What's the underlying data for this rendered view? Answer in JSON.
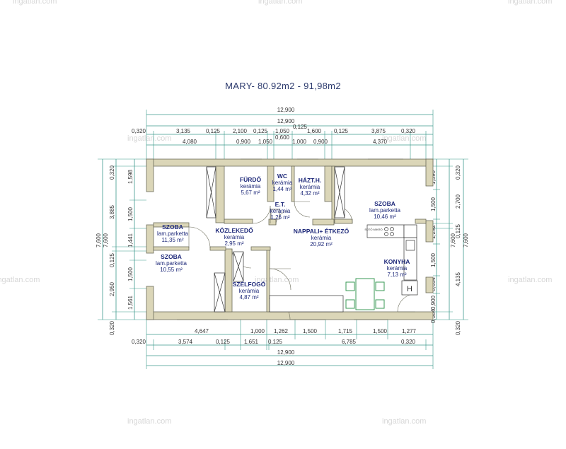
{
  "title": "MARY- 80.92m2 - 91,98m2",
  "watermark": "ingatlan.com",
  "colors": {
    "wall": "#dbd6b8",
    "wall_stroke": "#6b6b5a",
    "dim_line": "#3c9a8c",
    "text": "#1f2a7a",
    "furniture": "#3a9a55"
  },
  "rooms": [
    {
      "name": "FÜRDŐ",
      "floor": "kerámia",
      "area": "5,67 m²"
    },
    {
      "name": "WC",
      "floor": "kerámia",
      "area": "1,44 m²"
    },
    {
      "name": "HÁZT.H.",
      "floor": "kerámia",
      "area": "4,32 m²"
    },
    {
      "name": "SZOBA",
      "floor": "lam.parketta",
      "area": "10,46 m²"
    },
    {
      "name": "E.T.",
      "floor": "kerámia",
      "area": "1,26 m²"
    },
    {
      "name": "SZOBA",
      "floor": "lam.parketta",
      "area": "11,35 m²"
    },
    {
      "name": "KÖZLEKEDŐ",
      "floor": "kerámia",
      "area": "2,95 m²"
    },
    {
      "name": "NAPPALI+ ÉTKEZŐ",
      "floor": "kerámia",
      "area": "20,92 m²"
    },
    {
      "name": "SZOBA",
      "floor": "lam.parketta",
      "area": "10,55 m²"
    },
    {
      "name": "SZÉLFOGÓ",
      "floor": "kerámia",
      "area": "4,87 m²"
    },
    {
      "name": "KONYHA",
      "floor": "kerámia",
      "area": "7,13 m²"
    }
  ],
  "dims": {
    "top_total_1": "12,900",
    "top_total_2": "12,900",
    "top_row_a": [
      "0,320",
      "3,135",
      "0,125",
      "2,100",
      "0,125",
      "1,050",
      "1,600",
      "0,125",
      "3,875",
      "0,320"
    ],
    "top_extra_a": "0,125",
    "top_extra_b": "0,600",
    "top_row_b": [
      "4,080",
      "0,900",
      "1,050",
      "1,000",
      "0,900",
      "4,370"
    ],
    "bottom_row_a": [
      "4,647",
      "1,000",
      "1,262",
      "1,500",
      "1,715",
      "1,500",
      "1,277"
    ],
    "bottom_row_b": [
      "0,320",
      "3,574",
      "0,125",
      "1,651",
      "0,125",
      "6,785",
      "0,320"
    ],
    "bottom_total_1": "12,900",
    "bottom_total_2": "12,900",
    "left_outer": "7,600",
    "left_mid": [
      "0,320",
      "3,885",
      "0,125",
      "2,950",
      "0,320"
    ],
    "left_inner": [
      "1,598",
      "1,500",
      "1,441",
      "1,500",
      "1,561"
    ],
    "left_total": "7,600",
    "right_inner": [
      "1,390",
      "1,500",
      "1,292",
      "1,500",
      "0,654",
      "0,900",
      "0,364"
    ],
    "right_mid": [
      "0,320",
      "2,700",
      "0,125",
      "4,135",
      "0,320"
    ],
    "right_total_a": "7,600",
    "right_total_b": "7,600"
  },
  "kitchen_label": "SÜTŐ MIKRÓ",
  "fridge_label": "H"
}
